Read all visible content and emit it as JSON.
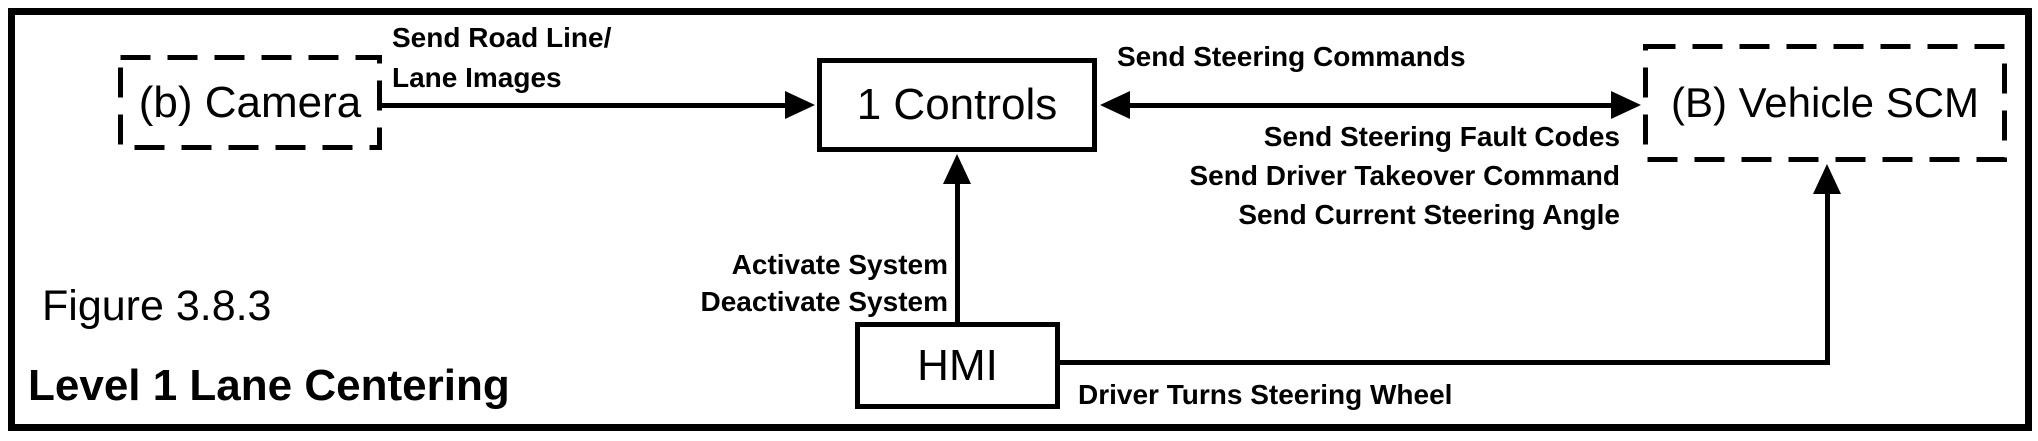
{
  "figure": {
    "caption": "Figure 3.8.3",
    "title": "Level 1 Lane Centering"
  },
  "nodes": {
    "camera": {
      "label": "(b) Camera"
    },
    "controls": {
      "label": "1 Controls"
    },
    "vehicle_scm": {
      "label": "(B) Vehicle SCM"
    },
    "hmi": {
      "label": "HMI"
    }
  },
  "edges": {
    "camera_to_controls": {
      "lines": [
        "Send Road Line/",
        "Lane Images"
      ]
    },
    "controls_to_scm": {
      "label": "Send Steering Commands"
    },
    "scm_to_controls": {
      "lines": [
        "Send Steering Fault Codes",
        "Send Driver Takeover Command",
        "Send Current Steering Angle"
      ]
    },
    "hmi_to_controls": {
      "lines": [
        "Activate System",
        "Deactivate System"
      ]
    },
    "hmi_to_scm": {
      "label": "Driver Turns Steering Wheel"
    }
  },
  "colors": {
    "line": "#000000",
    "background": "#ffffff",
    "text": "#000000"
  }
}
